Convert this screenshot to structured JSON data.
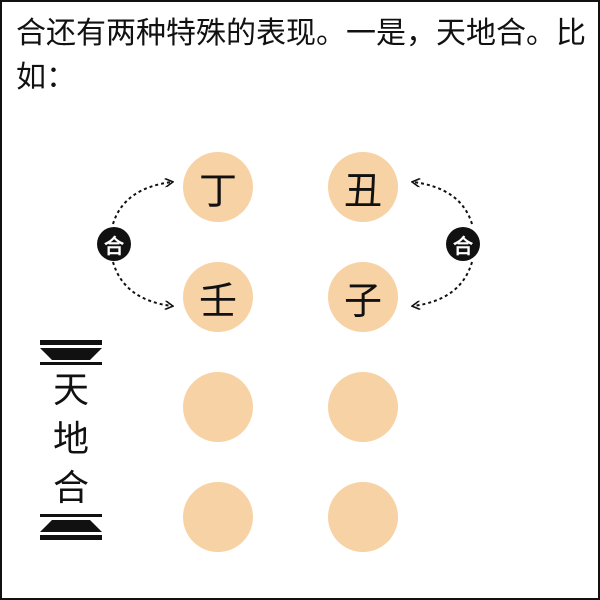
{
  "intro_text": "合还有两种特殊的表现。一是，天地合。比如：",
  "badge_label": "合",
  "circles": {
    "left": [
      "丁",
      "壬",
      "",
      ""
    ],
    "right": [
      "丑",
      "子",
      "",
      ""
    ]
  },
  "side_label": [
    "天",
    "地",
    "合"
  ],
  "colors": {
    "circle_fill": "#f7d2a4",
    "ink": "#111111"
  }
}
